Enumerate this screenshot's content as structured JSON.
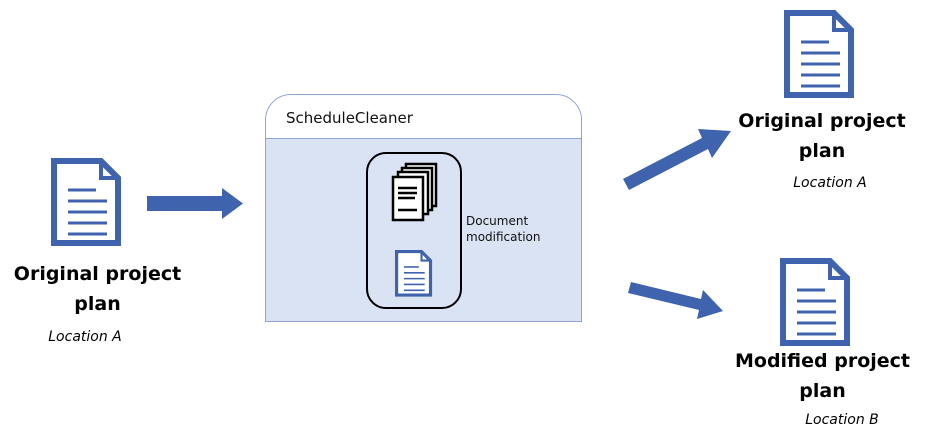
{
  "left": {
    "title_line1": "Original project",
    "title_line2": "plan",
    "location": "Location A"
  },
  "app": {
    "name": "ScheduleCleaner",
    "process_label_line1": "Document",
    "process_label_line2": "modification"
  },
  "right_top": {
    "title_line1": "Original project",
    "title_line2": "plan",
    "location": "Location A"
  },
  "right_bottom": {
    "title_line1": "Modified project",
    "title_line2": "plan",
    "location": "Location B"
  },
  "colors": {
    "accent": "#3f63ad",
    "box_fill": "#dae3f3",
    "box_border": "#8fa5d0"
  }
}
